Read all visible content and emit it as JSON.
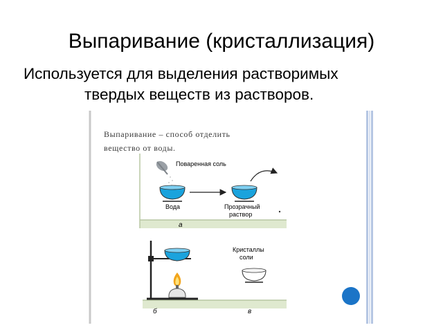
{
  "title": "Выпаривание (кристаллизация)",
  "body": {
    "line1": "Используется для выделения растворимых",
    "line2": "твердых веществ из растворов."
  },
  "figure": {
    "heading_line1": "Выпаривание – способ отделить",
    "heading_line2": "вещество от воды.",
    "salt_label": "Поваренная соль",
    "water_label": "Вода",
    "clear_label_1": "Прозрачный",
    "clear_label_2": "раствор",
    "panel_a": "а",
    "crystals_label_1": "Кристаллы",
    "crystals_label_2": "соли",
    "panel_b": "б",
    "panel_v": "в"
  },
  "colors": {
    "water": "#1aa3dd",
    "panel_edge": "#b8c7a3",
    "right_bar": "#b5c6e3",
    "accent_dot": "#1b74c7"
  }
}
